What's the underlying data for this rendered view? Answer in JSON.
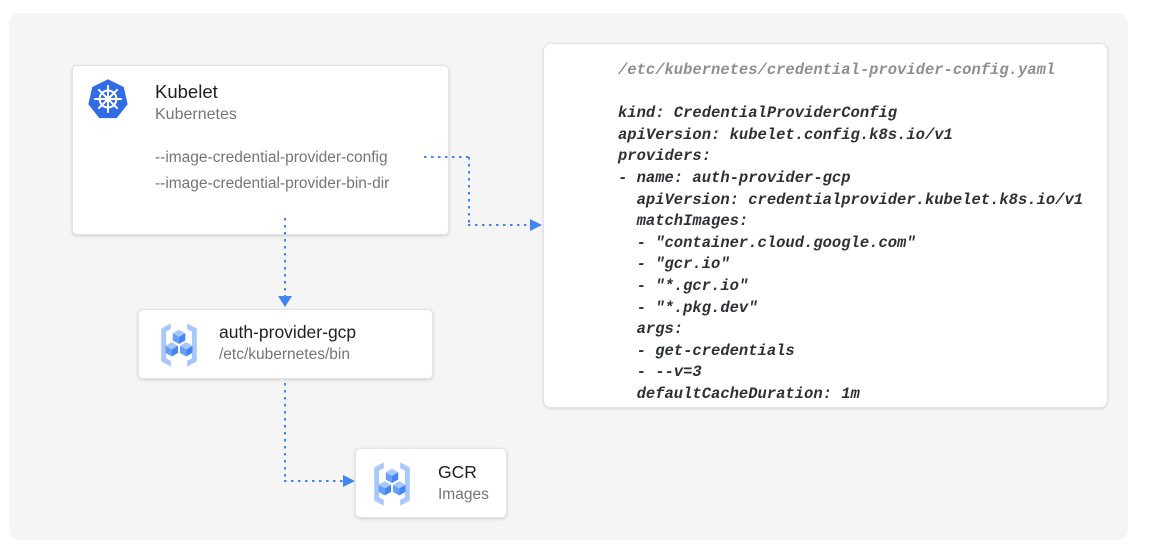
{
  "diagram": {
    "description": "Kubelet credential provider flow diagram",
    "colors": {
      "panel_bg": "#f5f5f5",
      "node_bg": "#ffffff",
      "arrow_blue": "#4285f4",
      "kubernetes_blue": "#326ce5",
      "gcr_icon_blue": "#4285f4",
      "gcr_icon_light_blue": "#a8c7fa",
      "title_text": "#212121",
      "subtitle_text": "#757575",
      "code_text": "#2e3134",
      "code_filename_text": "#8b9095"
    },
    "nodes": {
      "kubelet": {
        "icon": "kubernetes-icon",
        "title": "Kubelet",
        "subtitle": "Kubernetes",
        "flags": [
          "--image-credential-provider-config",
          "--image-credential-provider-bin-dir"
        ]
      },
      "auth_provider": {
        "icon": "gcr-icon",
        "title": "auth-provider-gcp",
        "subtitle": "/etc/kubernetes/bin"
      },
      "gcr": {
        "icon": "gcr-icon",
        "title": "GCR",
        "subtitle": "Images"
      }
    },
    "code_panel": {
      "filename": "/etc/kubernetes/credential-provider-config.yaml",
      "yaml": "kind: CredentialProviderConfig\napiVersion: kubelet.config.k8s.io/v1\nproviders:\n- name: auth-provider-gcp\n  apiVersion: credentialprovider.kubelet.k8s.io/v1\n  matchImages:\n  - \"container.cloud.google.com\"\n  - \"gcr.io\"\n  - \"*.gcr.io\"\n  - \"*.pkg.dev\"\n  args:\n  - get-credentials\n  - --v=3\n  defaultCacheDuration: 1m"
    },
    "connections": [
      {
        "from": "kubelet.--image-credential-provider-config",
        "to": "credential-provider-config.yaml"
      },
      {
        "from": "kubelet",
        "to": "auth-provider-gcp"
      },
      {
        "from": "auth-provider-gcp",
        "to": "gcr"
      }
    ]
  }
}
